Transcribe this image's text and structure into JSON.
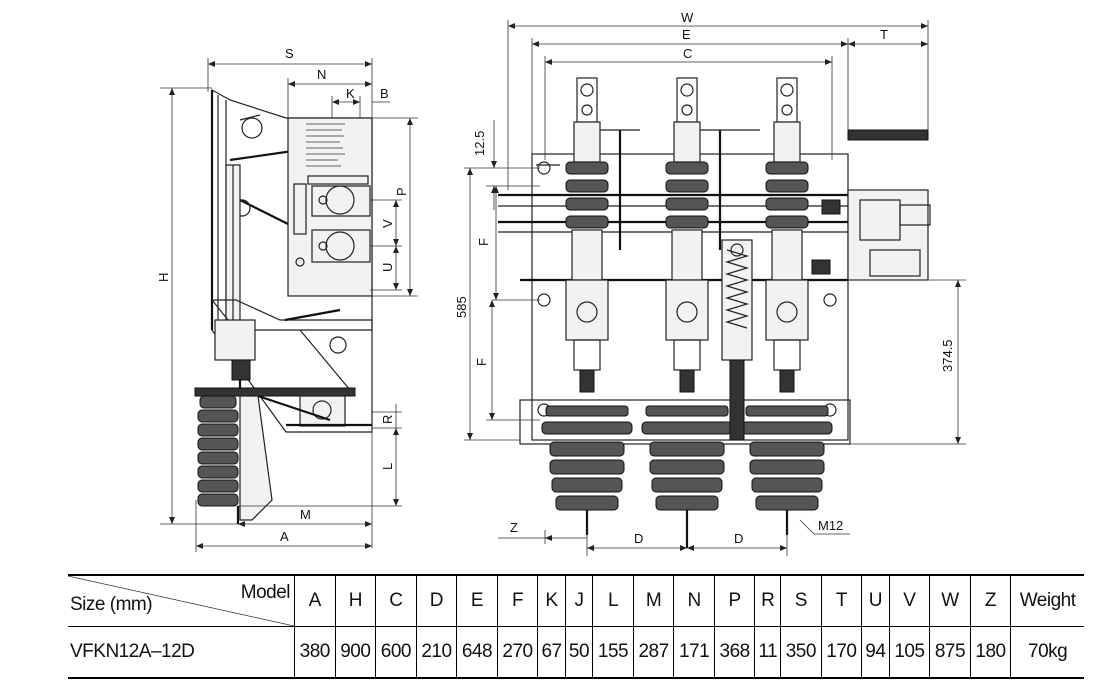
{
  "diagram": {
    "labels": {
      "S": "S",
      "N": "N",
      "K": "K",
      "B": "B",
      "P": "P",
      "V": "V",
      "U": "U",
      "H": "H",
      "R": "R",
      "L": "L",
      "M": "M",
      "A": "A",
      "W": "W",
      "E": "E",
      "C": "C",
      "T": "T",
      "dim_12_5": "12.5",
      "F1": "F",
      "dim_585": "585",
      "F2": "F",
      "dim_374_5": "374.5",
      "Z": "Z",
      "D1": "D",
      "D2": "D",
      "M12": "M12"
    }
  },
  "table": {
    "header_size": "Size (mm)",
    "header_model": "Model",
    "columns": [
      "A",
      "H",
      "C",
      "D",
      "E",
      "F",
      "K",
      "J",
      "L",
      "M",
      "N",
      "P",
      "R",
      "S",
      "T",
      "U",
      "V",
      "W",
      "Z",
      "Weight"
    ],
    "row_label": "VFKN12A–12D",
    "values": [
      "380",
      "900",
      "600",
      "210",
      "648",
      "270",
      "67",
      "50",
      "155",
      "287",
      "171",
      "368",
      "11",
      "350",
      "170",
      "94",
      "105",
      "875",
      "180",
      "70kg"
    ]
  }
}
